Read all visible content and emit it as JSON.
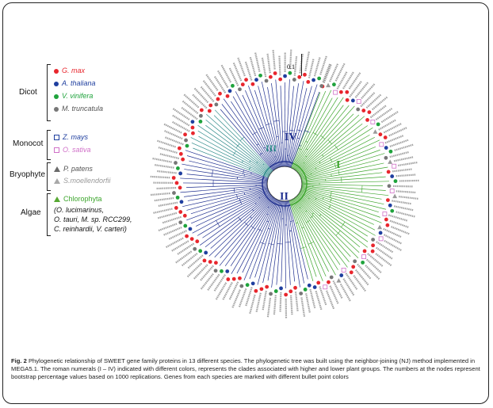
{
  "legend": {
    "groups": [
      {
        "label": "Dicot",
        "items": [
          {
            "name": "G. max",
            "color": "#e8262d",
            "marker": "circle"
          },
          {
            "name": "A. thaliana",
            "color": "#1f3f9f",
            "marker": "circle"
          },
          {
            "name": "V. vinifera",
            "color": "#1fa33c",
            "marker": "circle"
          },
          {
            "name": "M. truncatula",
            "color": "#777777",
            "marker": "circle"
          }
        ]
      },
      {
        "label": "Monocot",
        "items": [
          {
            "name": "Z. mays",
            "color": "#1f3f9f",
            "marker": "square-open"
          },
          {
            "name": "O. sativa",
            "color": "#d070c8",
            "marker": "square-open"
          }
        ]
      },
      {
        "label": "Bryophyte",
        "items": [
          {
            "name": "P. patens",
            "color": "#6a6a6a",
            "marker": "triangle"
          },
          {
            "name": "S.moellendorfii",
            "color": "#a8a8a8",
            "marker": "triangle"
          }
        ]
      },
      {
        "label": "Algae",
        "items": [
          {
            "name": "Chlorophyta",
            "color": "#56a832",
            "marker": "triangle"
          }
        ],
        "extra": [
          "(O. lucimarinus,",
          "O. tauri, M. sp. RCC299,",
          "C. reinhardii, V. carteri)"
        ]
      }
    ]
  },
  "scale_bar": "0.1",
  "clades": [
    {
      "label": "I",
      "color": "#3ea62e"
    },
    {
      "label": "II",
      "color": "#1f2f8f"
    },
    {
      "label": "III",
      "color": "#2e8a8a"
    },
    {
      "label": "IV",
      "color": "#1f2f8f"
    }
  ],
  "caption": {
    "fig": "Fig. 2",
    "text": "Phylogenetic relationship of SWEET gene family proteins in 13 different species. The phylogenetic tree was built using the neighbor-joining (NJ) method implemented in MEGA5.1. The roman numerals (I – IV) indicated with different colors, represents the clades associated with higher and lower plant groups. The numbers at the nodes represent bootstrap percentage values based on 1000 replications. Genes from each species are marked with different bullet point colors"
  }
}
